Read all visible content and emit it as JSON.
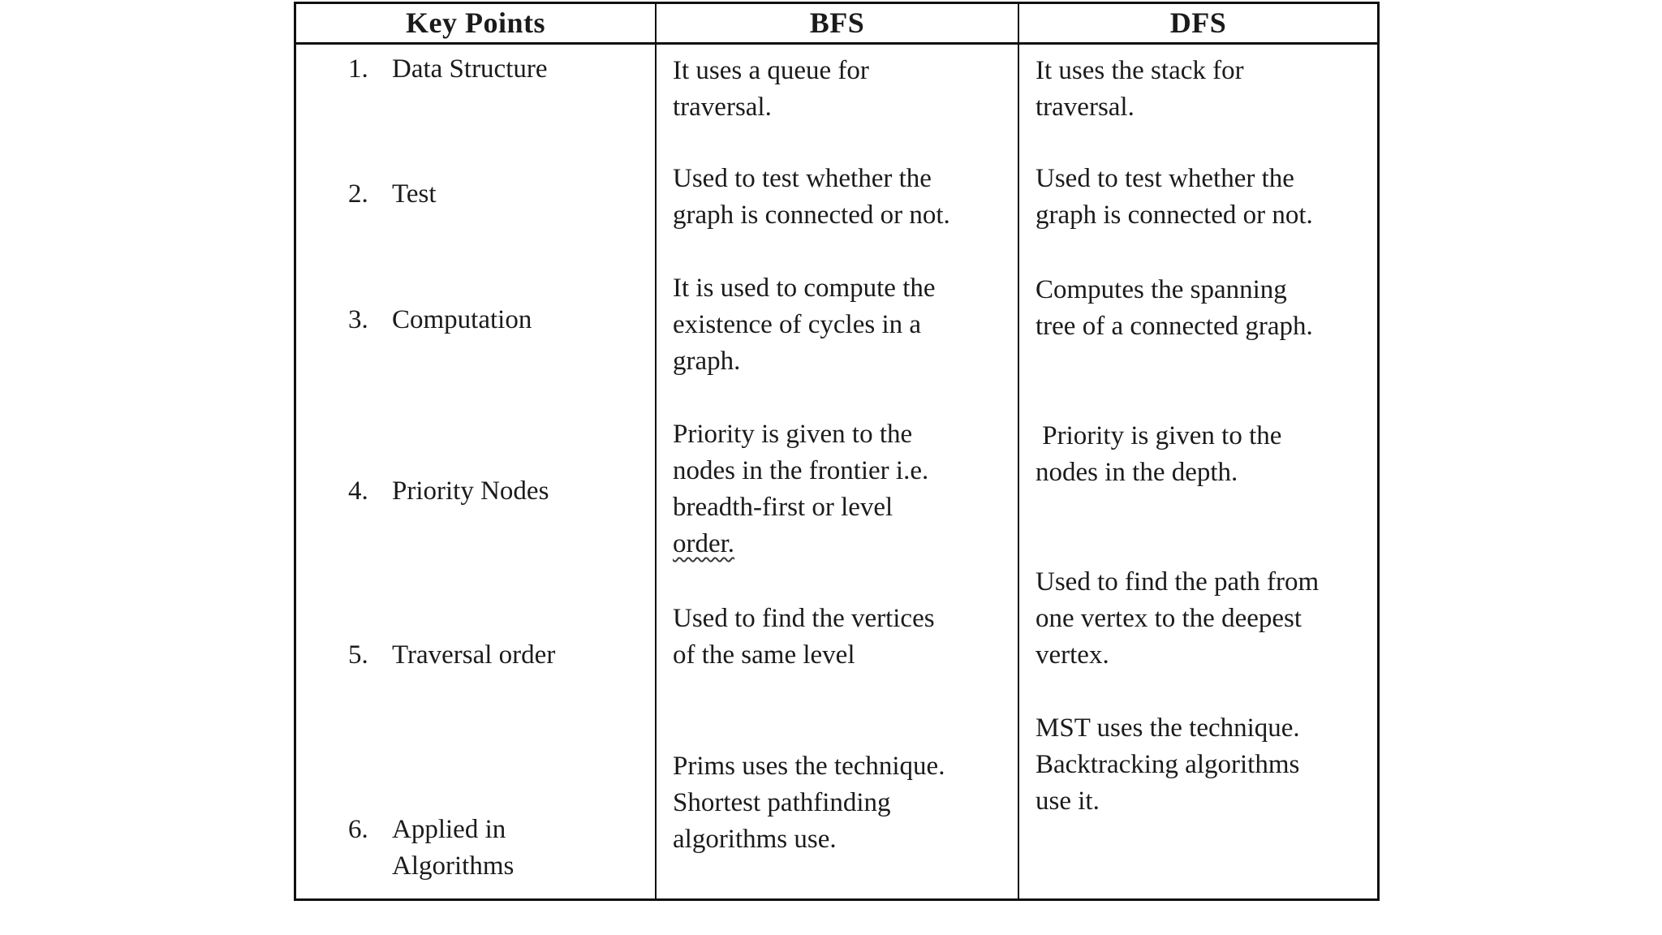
{
  "table": {
    "headers": {
      "key": "Key Points",
      "bfs": "BFS",
      "dfs": "DFS"
    },
    "rows": [
      {
        "num": "1.",
        "key": "Data Structure",
        "bfs": "It uses a queue for\ntraversal.",
        "dfs": "It uses the stack for\ntraversal."
      },
      {
        "num": "2.",
        "key": "Test",
        "bfs": "Used to test whether the\ngraph is connected or not.",
        "dfs": "Used to test whether the\ngraph is connected or not."
      },
      {
        "num": "3.",
        "key": "Computation",
        "bfs": "It is used to compute the\nexistence of cycles in a\ngraph.",
        "dfs": "Computes the spanning\ntree of a connected graph."
      },
      {
        "num": "4.",
        "key": "Priority Nodes",
        "bfs": "Priority is given to the\nnodes in the frontier i.e.\nbreadth-first or level\n",
        "bfs_underlined": "order.",
        "dfs": " Priority is given to the\nnodes in the depth."
      },
      {
        "num": "5.",
        "key": "Traversal order",
        "bfs": "Used to find the vertices\nof the same level",
        "dfs": "Used to find the path from\none vertex to the deepest\nvertex."
      },
      {
        "num": "6.",
        "key": "Applied in\nAlgorithms",
        "bfs": "Prims uses the technique.\nShortest pathfinding\nalgorithms use.",
        "dfs": "MST uses the technique.\nBacktracking algorithms\nuse it."
      }
    ],
    "colors": {
      "border": "#101010",
      "text": "#1b1b1b",
      "background": "#ffffff"
    }
  }
}
